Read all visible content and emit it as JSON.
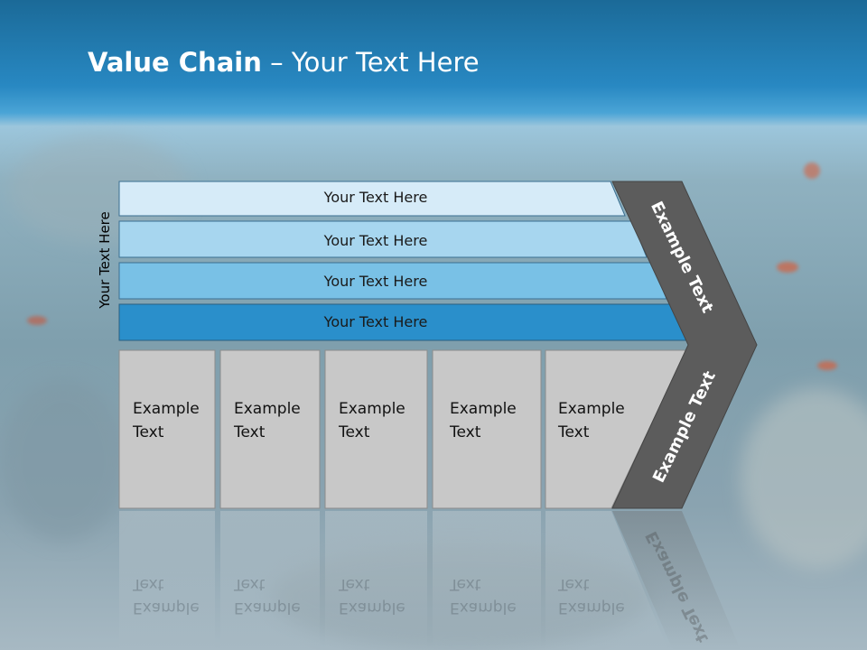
{
  "slide": {
    "title_bold": "Value Chain",
    "title_rest": " – Your Text Here",
    "vertical_label": "Your Text Here"
  },
  "bars": [
    {
      "label": "Your Text Here",
      "color": "#d6ebf8"
    },
    {
      "label": "Your Text Here",
      "color": "#a7d6ef"
    },
    {
      "label": "Your Text Here",
      "color": "#79c1e6"
    },
    {
      "label": "Your Text Here",
      "color": "#2a8fcb"
    }
  ],
  "boxes": [
    {
      "line1": "Example",
      "line2": "Text"
    },
    {
      "line1": "Example",
      "line2": "Text"
    },
    {
      "line1": "Example",
      "line2": "Text"
    },
    {
      "line1": "Example",
      "line2": "Text"
    },
    {
      "line1": "Example",
      "line2": "Text"
    }
  ],
  "chevron": {
    "upper_label": "Example Text",
    "lower_label": "Example Text",
    "color": "#5c5c5c"
  }
}
